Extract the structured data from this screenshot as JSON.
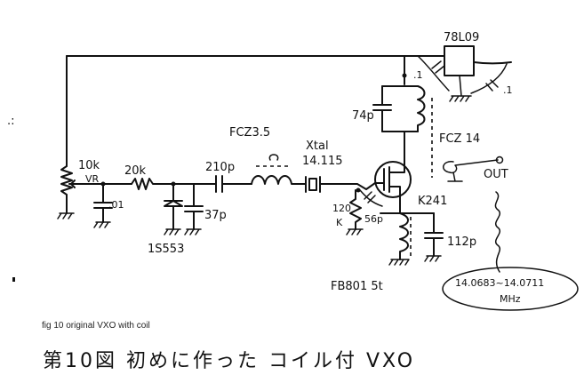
{
  "labels": {
    "regulator": "78L09",
    "cap_reg_in": ".1",
    "cap_reg_out": ".1",
    "cap_74p": "74p",
    "fcz35": "FCZ3.5",
    "xtal_name": "Xtal",
    "xtal_freq": "14.115",
    "cap_210p": "210p",
    "res_20k": "20k",
    "vr_value": "10k",
    "vr_label": "VR",
    "cap_01": ".01",
    "cap_37p": "37p",
    "varicap": "1S553",
    "res_120k_val": "120",
    "res_120k_unit": "K",
    "cap_56p": "56p",
    "fet": "K241",
    "fcz14": "FCZ 14",
    "out": "OUT",
    "cap_112p": "112p",
    "fb801": "FB801 5t",
    "freq_range": "14.0683~14.0711",
    "freq_unit": "MHz"
  },
  "caption": "fig 10 original VXO with coil",
  "title": "第10図  初めに作った コイル付 VXO"
}
